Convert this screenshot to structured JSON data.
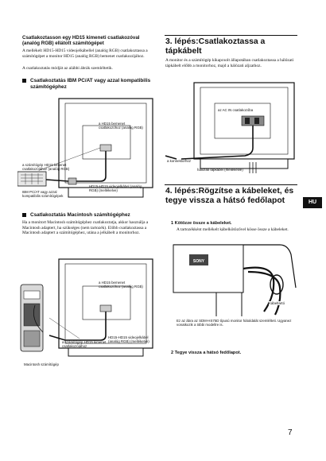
{
  "intro": {
    "heading": "Csatlakoztasson egy HD15 kimeneti csatlakozóval (analóg RGB) ellátott számítógépet",
    "body1": "A mellékelt HD15-HD15 videojelkábellel (analóg RGB) csatlakoztassa a számítógépet a monitor HD15 (analóg RGB) bemenet csatlakozójához.",
    "body2": "A csatlakoztatás módját az alábbi ábrák szemléltetik."
  },
  "section_ibm": {
    "heading": "Csatlakoztatás IBM PC/AT vagy azzal kompatibilis számítógéphez",
    "label_hd15_in": "a HD15 bemenet csatlakozóhoz (analóg RGB)",
    "label_pc_out": "a számítógép HD15 kimenet csatlakozójához (analóg RGB)",
    "label_pc": "IBM PC/AT vagy azzal kompatibilis számítógépek",
    "label_cable": "HD15-HD15 videojelkábel (analóg RGB) (mellékelve)"
  },
  "section_mac": {
    "heading": "Csatlakoztatás Macintosh számítógéphez",
    "body": "Ha a monitort Macintosh számítógéphez csatlakoztatja, akkor használja a Macintosh adaptert, ha szükséges (nem tartozék). Előbb csatlakoztassa a Macintosh adaptert a számítógéphez, utána a jelkábelt a monitorhoz.",
    "label_hd15_in": "a HD15 bemenet csatlakozóhoz (analóg RGB)",
    "label_pc_out": "a számítógép HD15 kimenet csatlakozójához",
    "label_cable": "HD15-HD15 videojelkábel (analóg RGB) (mellékelve)",
    "label_pc": "Macintosh számítógép"
  },
  "step3": {
    "heading": "3. lépés:Csatlakoztassa a tápkábelt",
    "body": "A monitor és a számítógép kikapcsolt állapotában csatlakoztassa a hálózati tápkábelt előbb a monitorhoz, majd a hálózati aljzathoz.",
    "label_ac_in": "az AC IN csatlakozóba",
    "label_outlet": "a konnektorhoz",
    "label_power_cable": "hálózati tápkábel (mellékelve)"
  },
  "step4": {
    "heading": "4. lépés:Rögzítse a kábeleket, és tegye vissza a hátsó fedőlapot",
    "item1_title": "1  Kötözze össze a kábeleket.",
    "item1_body": "A tartozékként mellékelt kábelkötözővel kösse össze a kábeleket.",
    "label_holder": "Kábeltartó",
    "note": "Ez az ábra az SDM-HS75D típusú monitor hátoldalát szemlélteti. Ugyanez vonatkozik a többi modellre is.",
    "item2_title": "2  Tegye vissza a hátsó fedőlapot.",
    "brand": "SONY"
  },
  "side_tab": "HU",
  "page_number": "7"
}
